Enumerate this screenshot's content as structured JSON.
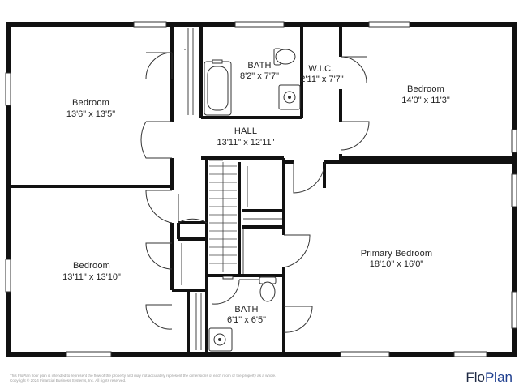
{
  "rooms": {
    "bedroom_nw": {
      "name": "Bedroom",
      "dims": "13'6\" x 13'5\""
    },
    "bath_top": {
      "name": "BATH",
      "dims": "8'2\" x 7'7\""
    },
    "wic": {
      "name": "W.I.C.",
      "dims": "2'11\" x 7'7\""
    },
    "bedroom_ne": {
      "name": "Bedroom",
      "dims": "14'0\" x 11'3\""
    },
    "hall": {
      "name": "HALL",
      "dims": "13'11\" x 12'11\""
    },
    "bedroom_sw": {
      "name": "Bedroom",
      "dims": "13'11\" x 13'10\""
    },
    "primary": {
      "name": "Primary Bedroom",
      "dims": "18'10\" x 16'0\""
    },
    "bath_bottom": {
      "name": "BATH",
      "dims": "6'1\" x 6'5\""
    }
  },
  "footer": {
    "disclaimer_1": "This FloPlan floor plan is intended to represent the flow of the property and may not accurately represent the dimensions of each room or the property as a whole.",
    "disclaimer_2": "Copyright © 2024 Financial Business Systems, Inc. All rights reserved.",
    "brand_a": "Flo",
    "brand_b": "Plan"
  },
  "colors": {
    "wall": "#111111",
    "line": "#333333",
    "paper": "#ffffff"
  }
}
